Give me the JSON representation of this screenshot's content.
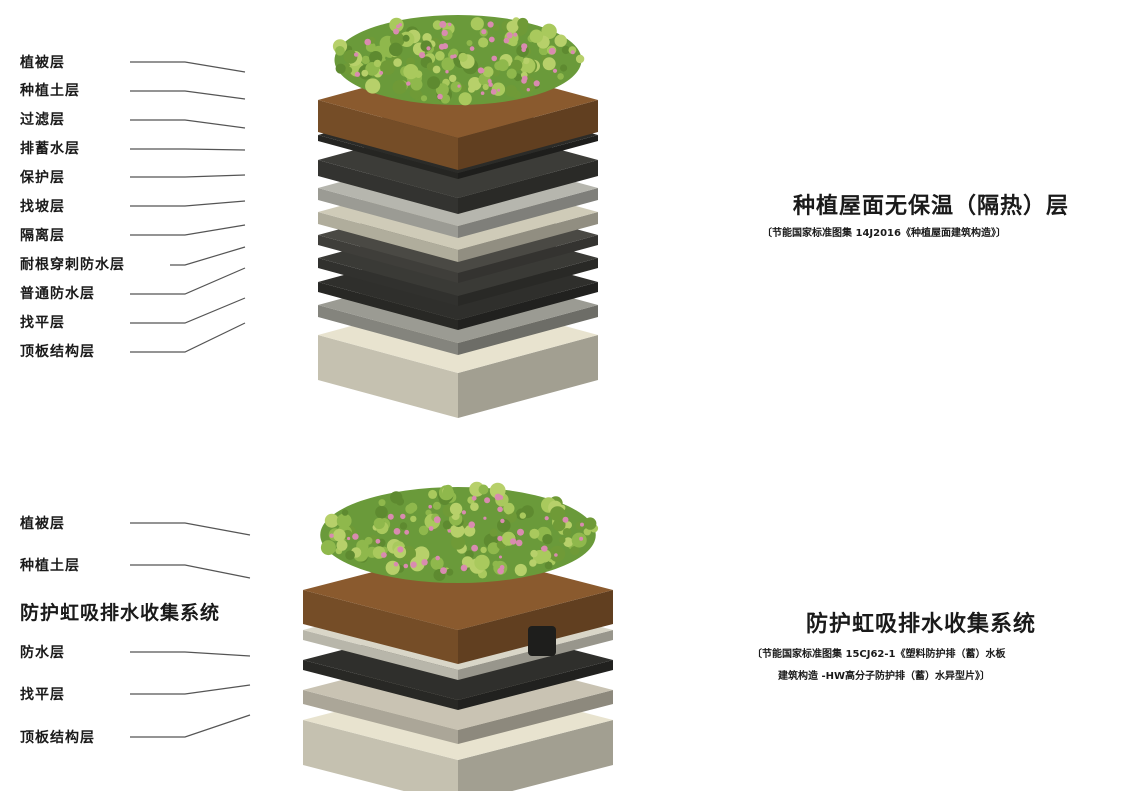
{
  "section1": {
    "title": "种植屋面无保温（隔热）层",
    "subtitle": "〔节能国家标准图集 14J2016《种植屋面建筑构造》〕",
    "layers": [
      "植被层",
      "种植土层",
      "过滤层",
      "排蓄水层",
      "保护层",
      "找坡层",
      "隔离层",
      "耐根穿刺防水层",
      "普通防水层",
      "找平层",
      "顶板结构层"
    ]
  },
  "section2": {
    "title": "防护虹吸排水收集系统",
    "subtitle_line1": "〔节能国家标准图集 15CJ62-1《塑料防护排（蓄）水板",
    "subtitle_line2": "建筑构造 -HW高分子防护排（蓄）水异型片》〕",
    "layers": [
      "植被层",
      "种植土层",
      "防护虹吸排水收集系统",
      "防水层",
      "找平层",
      "顶板结构层"
    ]
  },
  "colors": {
    "plant": "#7fa843",
    "flower": "#d98bb0",
    "soil": "#8a5a2e",
    "dark": "#2f2f2c",
    "gray": "#9b9b93",
    "light": "#d9d6c8",
    "concrete": "#e8e3cf"
  }
}
